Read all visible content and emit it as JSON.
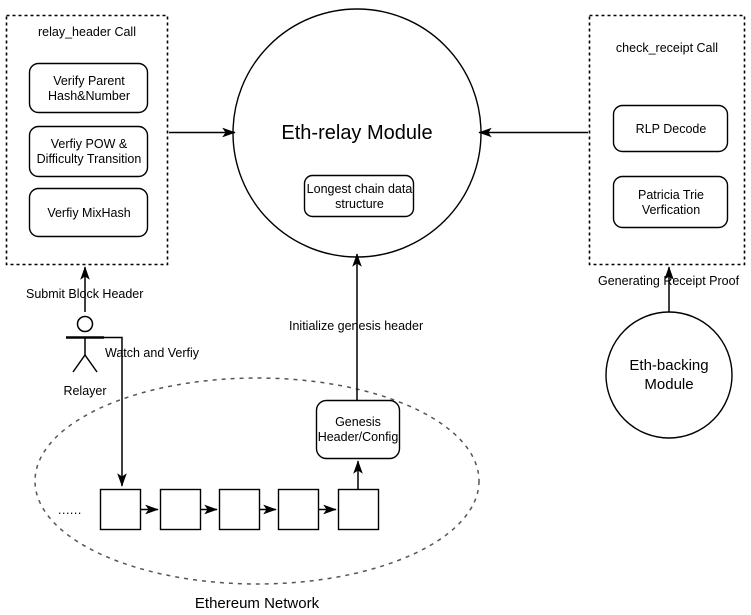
{
  "diagram": {
    "title_elements": {
      "left_panel_label": "relay_header Call",
      "right_panel_label": "check_receipt Call",
      "network_label": "Ethereum Network"
    },
    "left_panel": {
      "label": "relay_header Call",
      "boxes": [
        {
          "id": "verify-parent-hash-number",
          "text": "Verify Parent\nHash&Number"
        },
        {
          "id": "verify-pow-difficulty",
          "text": "Verfiy POW &\nDifficulty Transition"
        },
        {
          "id": "verify-mixhash",
          "text": "Verfiy MixHash"
        }
      ]
    },
    "right_panel": {
      "label": "check_receipt Call",
      "boxes": [
        {
          "id": "rlp-decode",
          "text": "RLP Decode"
        },
        {
          "id": "patricia-trie-verification",
          "text": "Patricia Trie\nVerfication"
        }
      ]
    },
    "center_module": {
      "label": "Eth-relay Module",
      "inner_box": "Longest chain data\nstructure"
    },
    "backing_module": {
      "label": "Eth-backing\nModule"
    },
    "genesis_box": {
      "text": "Genesis\nHeader/Config"
    },
    "actor": {
      "label": "Relayer",
      "icon": "stick-figure"
    },
    "edge_labels": {
      "submit_block_header": "Submit Block Header",
      "watch_and_verify": "Watch and Verfiy",
      "initialize_genesis_header": "Initialize genesis header",
      "generating_receipt_proof": "Generating Receipt Proof"
    },
    "network": {
      "label": "Ethereum Network",
      "chain_ellipsis": "......",
      "blocks": [
        {
          "id": "block-1",
          "text": ""
        },
        {
          "id": "block-2",
          "text": ""
        },
        {
          "id": "block-3",
          "text": ""
        },
        {
          "id": "block-4",
          "text": ""
        },
        {
          "id": "block-5",
          "text": ""
        }
      ]
    },
    "colors": {
      "stroke": "#000000",
      "dashed_stroke": "#666666",
      "background": "#ffffff",
      "text": "#000000"
    }
  }
}
